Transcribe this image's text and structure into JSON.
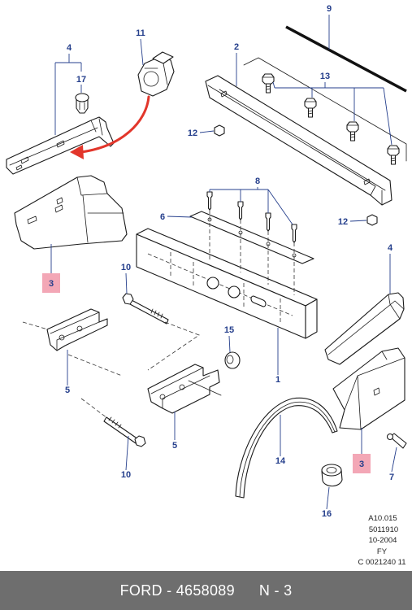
{
  "diagram": {
    "callouts": [
      "9",
      "4",
      "17",
      "11",
      "2",
      "13",
      "12",
      "8",
      "6",
      "12",
      "3",
      "4",
      "10",
      "15",
      "1",
      "5",
      "5",
      "10",
      "14",
      "3",
      "7",
      "16"
    ]
  },
  "reference": {
    "lines": [
      "A10.015",
      "5011910",
      "10-2004",
      "FY",
      "C 0021240 11"
    ]
  },
  "footer": {
    "title": "FORD - 4658089",
    "page": "N - 3"
  },
  "colors": {
    "callout": "#253f8c",
    "highlight": "#f3a7b6",
    "arrow": "#e2362b",
    "footer_bg": "#6e6e6e",
    "footer_text": "#ffffff",
    "line": "#1a1a1a"
  }
}
